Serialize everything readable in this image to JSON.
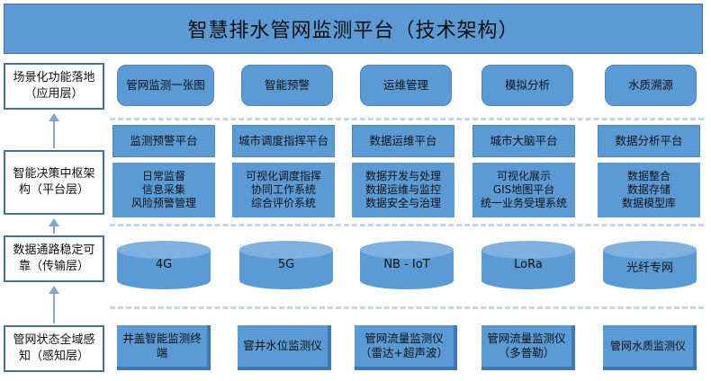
{
  "title": "智慧排水管网监测平台（技术架构）",
  "layers": [
    {
      "label": "场景化功能落地（应用层）"
    },
    {
      "label": "智能决策中枢架构（平台层）"
    },
    {
      "label": "数据通路稳定可靠（传输层）"
    },
    {
      "label": "管网状态全域感知（感知层）"
    }
  ],
  "application": [
    "管网监测一张图",
    "智能预警",
    "运维管理",
    "模拟分析",
    "水质溯源"
  ],
  "platform": [
    {
      "name": "监测预警平台",
      "items": [
        "日常监督",
        "信息采集",
        "风险预警管理"
      ]
    },
    {
      "name": "城市调度指挥平台",
      "items": [
        "可视化调度指挥",
        "协同工作系统",
        "综合评价系统"
      ]
    },
    {
      "name": "数据运维平台",
      "items": [
        "数据开发与处理",
        "数据运维与监控",
        "数据安全与治理"
      ]
    },
    {
      "name": "城市大脑平台",
      "items": [
        "可视化展示",
        "GIS地图平台",
        "统一业务受理系统"
      ]
    },
    {
      "name": "数据分析平台",
      "items": [
        "数据整合",
        "数据存储",
        "数据模型库"
      ]
    }
  ],
  "transport": [
    "4G",
    "5G",
    "NB - IoT",
    "LoRa",
    "光纤专网"
  ],
  "perception": [
    "井盖智能监测终端",
    "窨井水位监测仪",
    "管网流量监测仪（雷达+超声波）",
    "管网流量监测仪（多普勒）",
    "管网水质监测仪"
  ]
}
